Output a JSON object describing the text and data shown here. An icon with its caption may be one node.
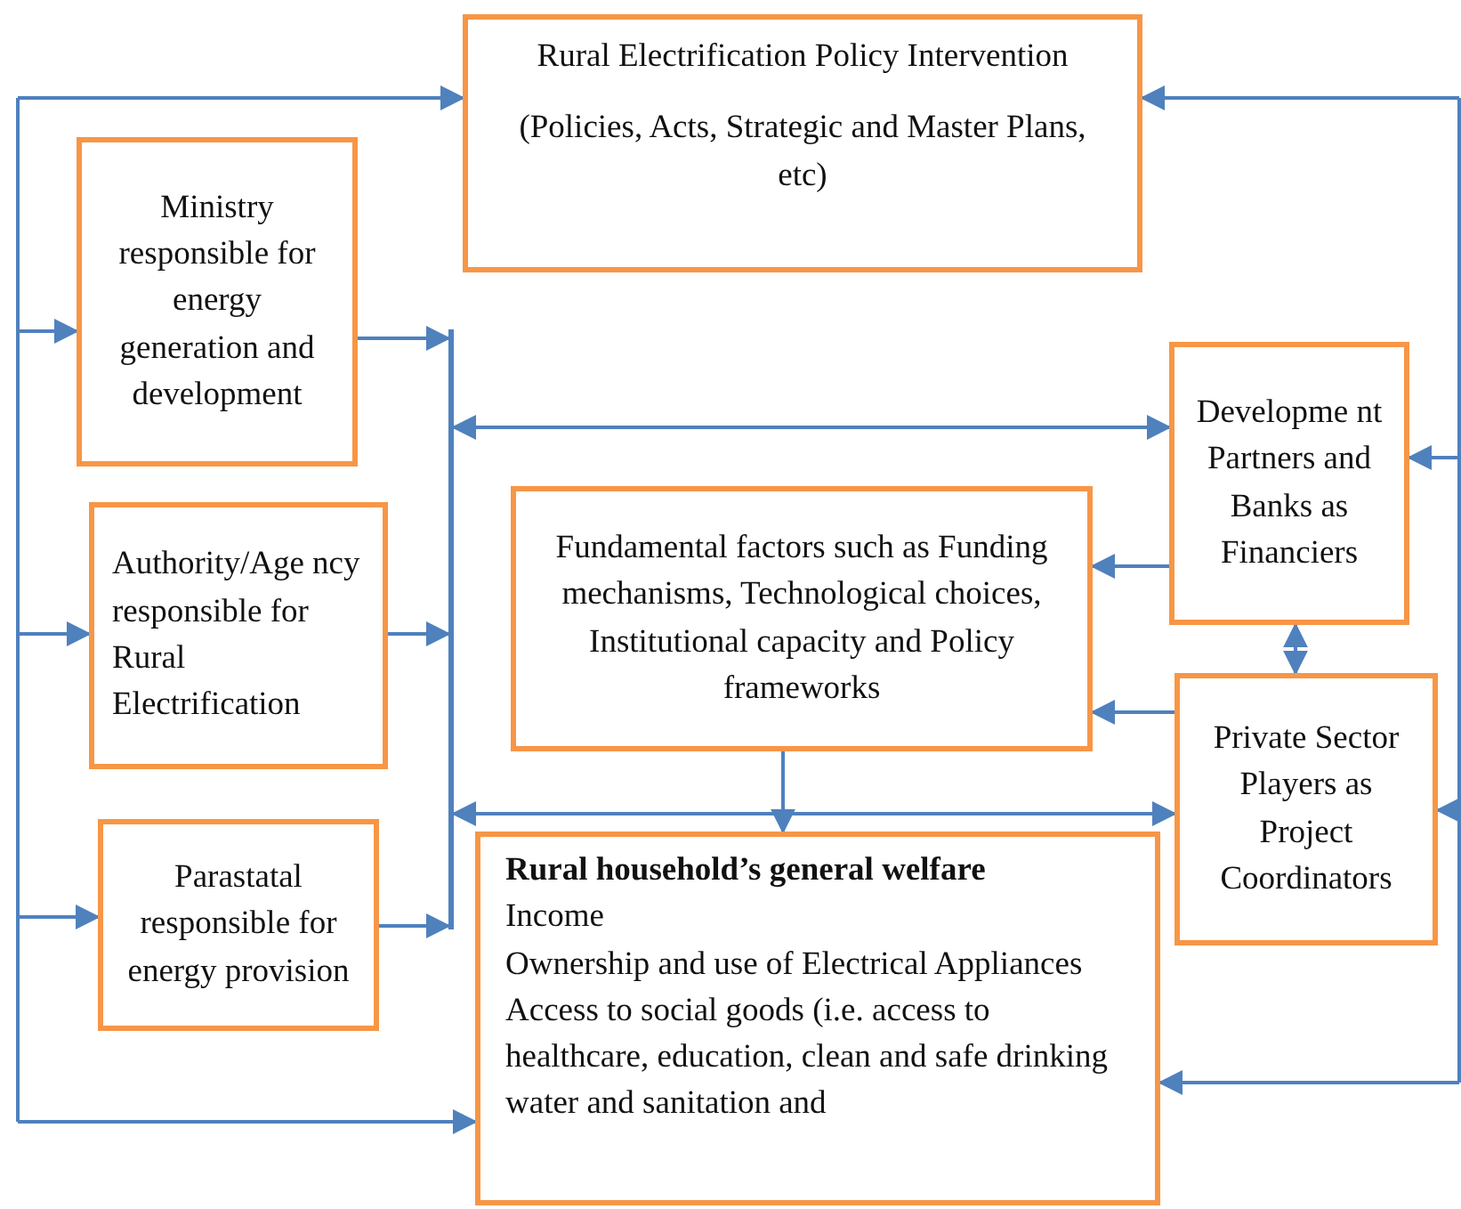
{
  "diagram": {
    "nodes": [
      {
        "text": [
          "Rural Electrification Policy Intervention",
          "(Policies, Acts, Strategic and Master Plans, etc)"
        ]
      },
      {
        "text": [
          "Ministry responsible for energy generation and development"
        ]
      },
      {
        "text": [
          "Authority/Age ncy responsible for Rural Electrification"
        ]
      },
      {
        "text": [
          "Parastatal responsible for energy provision"
        ]
      },
      {
        "text": [
          "Developme nt Partners and Banks as Financiers"
        ]
      },
      {
        "text": [
          "Fundamental factors such as Funding mechanisms, Technological choices, Institutional capacity and Policy frameworks"
        ]
      },
      {
        "text": [
          "Private Sector Players as Project Coordinators"
        ]
      },
      {
        "text": [
          "Rural household’s general welfare",
          "Income",
          "Ownership and use of Electrical Appliances",
          "Access to social goods (i.e. access to healthcare, education, clean and safe drinking water and sanitation and"
        ]
      },
      {
        "text": [],
        "shape": "bar"
      }
    ],
    "edges": [
      {
        "from": null,
        "to": 0,
        "arrow": "to"
      },
      {
        "from": null,
        "to": 1,
        "arrow": "to"
      },
      {
        "from": null,
        "to": 2,
        "arrow": "to"
      },
      {
        "from": null,
        "to": 3,
        "arrow": "to"
      },
      {
        "from": null,
        "to": 7,
        "arrow": "to"
      },
      {
        "from": null,
        "to": 0,
        "arrow": "to"
      },
      {
        "from": null,
        "to": 4,
        "arrow": "to"
      },
      {
        "from": null,
        "to": 6,
        "arrow": "to"
      },
      {
        "from": null,
        "to": 7,
        "arrow": "to"
      },
      {
        "from": 1,
        "to": 8,
        "arrow": "to"
      },
      {
        "from": 2,
        "to": 8,
        "arrow": "to"
      },
      {
        "from": 3,
        "to": 8,
        "arrow": "to"
      },
      {
        "from": 8,
        "to": 4,
        "arrow": "both"
      },
      {
        "from": 8,
        "to": 6,
        "arrow": "both"
      },
      {
        "from": 4,
        "to": 5,
        "arrow": "to"
      },
      {
        "from": 6,
        "to": 5,
        "arrow": "to"
      },
      {
        "from": 5,
        "to": 7,
        "arrow": "to"
      },
      {
        "from": 4,
        "to": 6,
        "arrow": "both"
      }
    ]
  }
}
